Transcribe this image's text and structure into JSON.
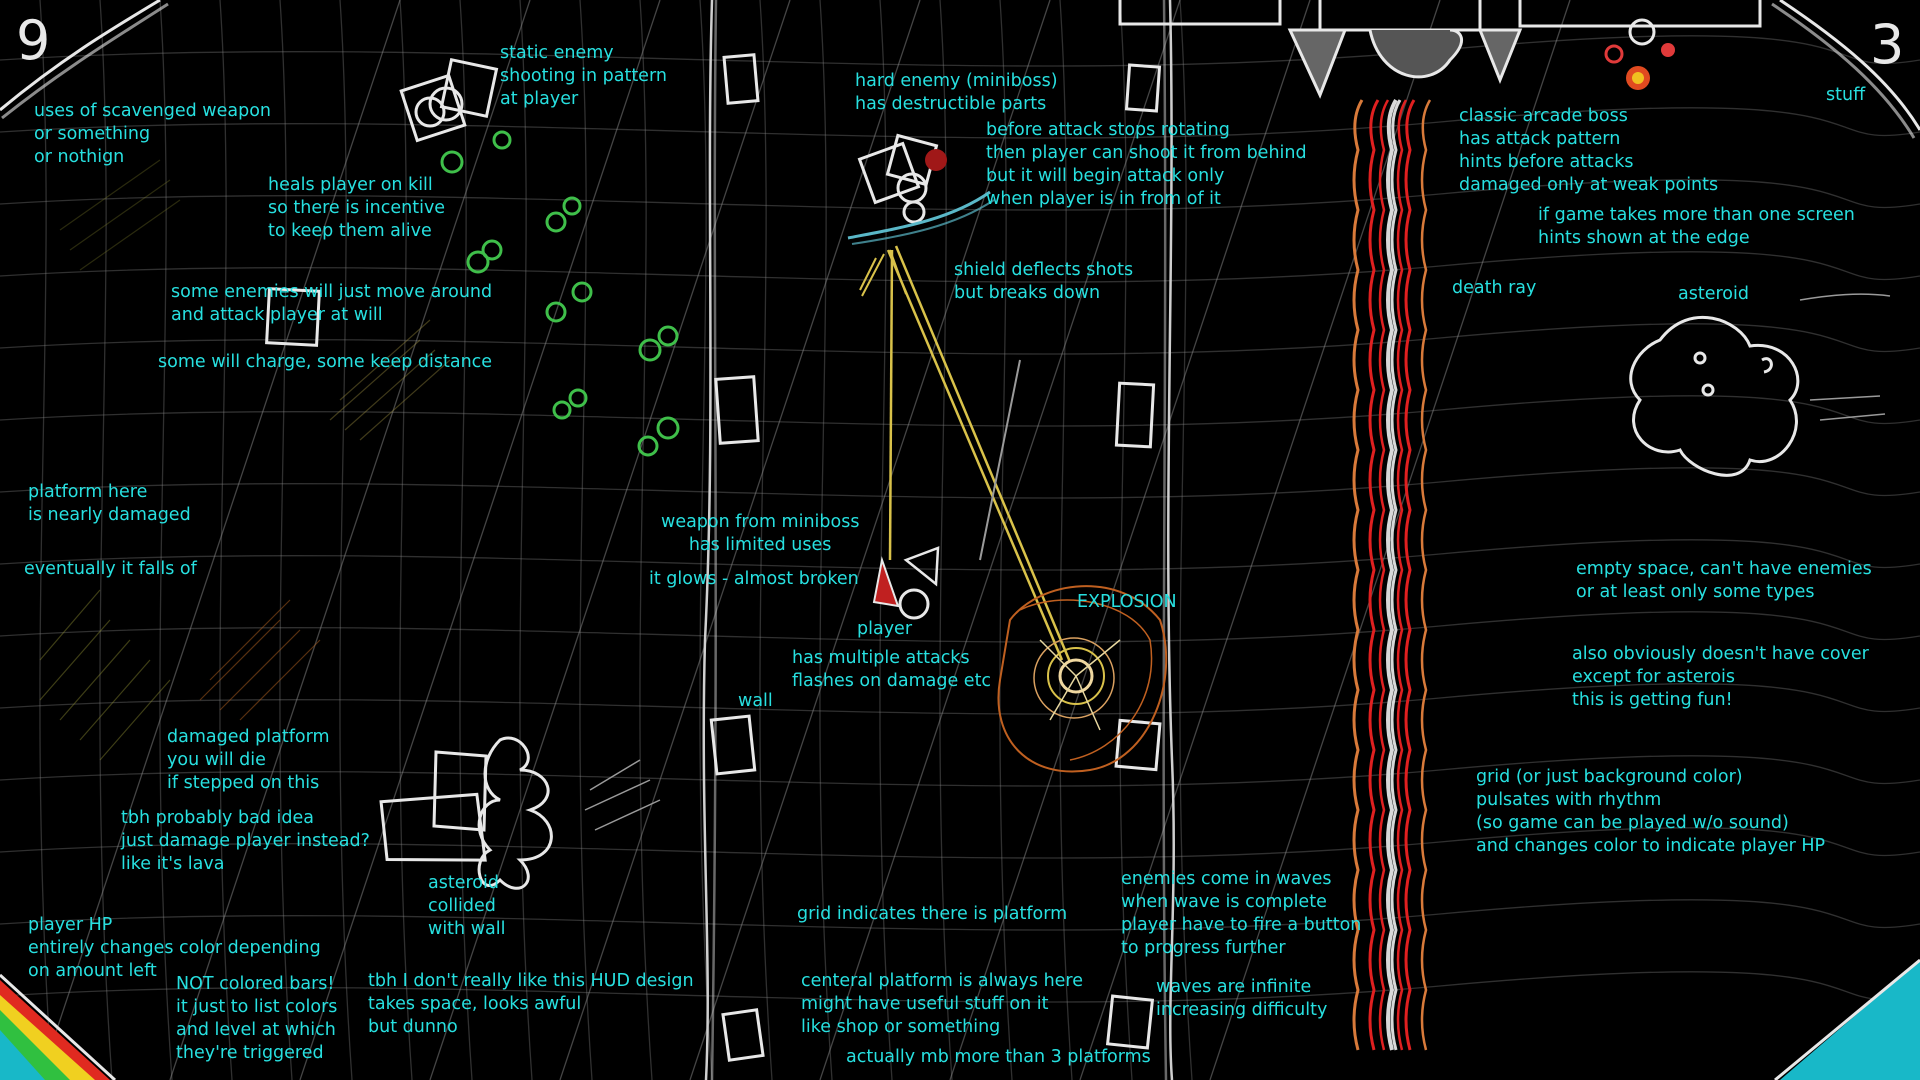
{
  "hud": {
    "left_counter": "9",
    "right_counter": "3"
  },
  "colors": {
    "background": "#000000",
    "annotation_text": "#27e0e0",
    "sketch_line": "#e8e8e8",
    "enemy_green": "#3fbf4a",
    "beam_yellow": "#d9c24a",
    "death_ray_red": "#e02020",
    "death_ray_orange": "#d87a3a",
    "boss_red": "#e03a3a",
    "hp_cyan": "#18b8c8"
  },
  "icons": {
    "static_enemy": "static-enemy-icon",
    "miniboss": "miniboss-icon",
    "player": "player-icon",
    "asteroid": "asteroid-icon",
    "wall": "wall-icon",
    "explosion": "explosion-icon",
    "boss": "boss-icon",
    "death_ray": "death-ray-icon"
  },
  "notes": {
    "scavenged_weapon": "uses of scavenged weapon\nor something\nor nothign",
    "static_enemy": "static enemy\nshooting in pattern\nat player",
    "heals_player": "heals player on kill\nso there is incentive\nto keep them alive",
    "enemies_move": "some enemies will just move around\nand attack player at will",
    "charge_distance": "some will charge, some keep distance",
    "platform_damaged": "platform here\nis nearly damaged",
    "falls_off": "eventually it falls of",
    "damaged_platform": "damaged platform\nyou will die\nif stepped on this",
    "bad_idea": "tbh probably bad idea\njust damage player instead?\nlike it's lava",
    "asteroid_collided": "asteroid\ncollided\nwith wall",
    "player_hp": "player HP\nentirely changes color depending\non amount left",
    "not_bars": "NOT colored bars!\nit just to list colors\nand level at which\nthey're triggered",
    "hud_design": "tbh I don't really like this HUD design\ntakes space, looks awful\nbut dunno",
    "miniboss": "hard enemy (miniboss)\nhas destructible parts",
    "attack_rotation": "before attack stops rotating\nthen player can shoot it from behind\nbut it will begin attack only\nwhen player is in from of it",
    "shield": "shield deflects shots\nbut breaks down",
    "weapon_miniboss": "weapon from miniboss\n     has limited uses",
    "glows": "it glows - almost broken",
    "player": "player",
    "multiple_attacks": "has multiple attacks\nflashes on damage etc",
    "explosion": "EXPLOSION",
    "wall": "wall",
    "grid_platform": "grid indicates there is platform",
    "central_platform": "centeral platform is always here\nmight have useful stuff on it\nlike shop or something",
    "more_platforms": "actually mb more than 3 platforms",
    "waves": "enemies come in waves\nwhen wave is complete\nplayer have to fire a button\nto progress further",
    "infinite": "waves are infinite\nincreasing difficulty",
    "boss": "classic arcade boss\nhas attack pattern\nhints before attacks\ndamaged only at weak points",
    "stuff": "stuff",
    "edge_hints": "if game takes more than one screen\nhints shown at the edge",
    "death_ray": "death ray",
    "asteroid": "asteroid",
    "empty_space": "empty space, can't have enemies\nor at least only some types",
    "no_cover": "also obviously doesn't have cover\nexcept for asterois\nthis is getting fun!",
    "grid_pulse": "grid (or just background color)\npulsates with rhythm\n(so game can be played w/o sound)\nand changes color to indicate player HP"
  }
}
